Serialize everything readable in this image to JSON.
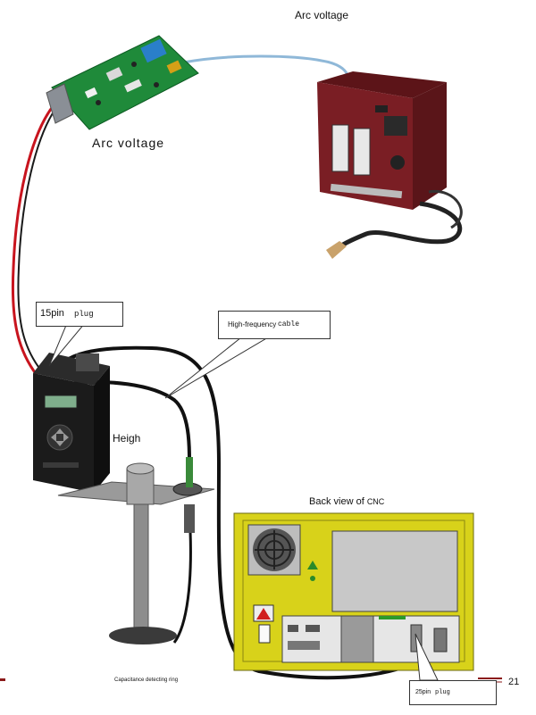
{
  "labels": {
    "arc_voltage_top": "Arc voltage",
    "arc_voltage_mid": "Arc voltage",
    "plug_15pin_a": "15pin",
    "plug_15pin_b": "plug",
    "hf_cable_a": "High-frequency",
    "hf_cable_b": "cable",
    "height_controller": "Heigh",
    "cnc_back_a": "Back view of",
    "cnc_back_b": "CNC",
    "capacitance_ring": "Capacitance detecting ring",
    "plug_25pin_a": "25pin",
    "plug_25pin_b": "plug",
    "page_number": "21"
  },
  "colors": {
    "cnc_panel": "#d8d21a",
    "pcb_green": "#1f8a3a",
    "welder_red": "#7a1e24",
    "controller_black": "#1b1b1b",
    "footer_line": "#8b1a1a",
    "wire_red": "#c8141e",
    "wire_blue": "#8fb8d8"
  }
}
